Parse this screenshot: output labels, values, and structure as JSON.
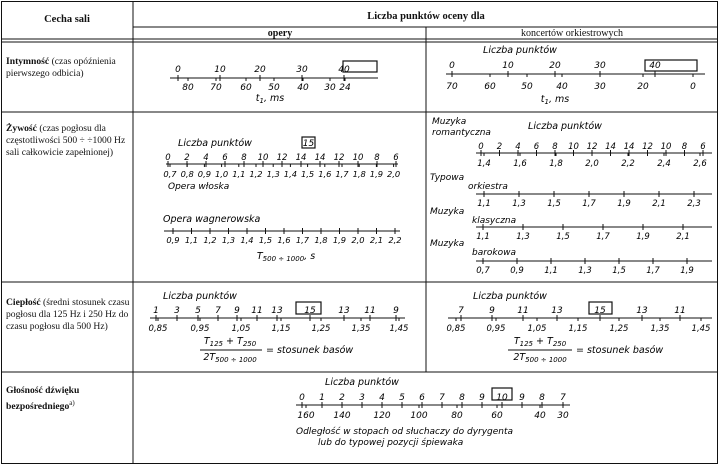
{
  "headers": {
    "col1": "Cecha sali",
    "group": "Liczba punktów oceny dla",
    "opera": "opery",
    "concert": "koncertów orkiestrowych"
  },
  "rows": [
    {
      "name": "Intymność",
      "rest": " (czas opóźnienia pierwszego odbicia)"
    },
    {
      "name": "Żywość",
      "rest": " (czas pogłosu dla częstotliwości 500 ÷ ÷1000 Hz sali całkowicie zapełnionej)"
    },
    {
      "name": "Ciepłość",
      "rest": " (średni stosunek czasu pogłosu dla 125 Hz i 250 Hz do czasu pogłosu dla 500 Hz)"
    },
    {
      "name": "Głośność dźwięku bezpośredniego",
      "rest": "",
      "sup": "a)"
    }
  ],
  "labels": {
    "points": "Liczba punktów",
    "t1": "t",
    "t1_sub": "1",
    "t1_unit": ", ms",
    "opera_wloska": "Opera włoska",
    "opera_wagner": "Opera wagnerowska",
    "t500": "T",
    "t500_sub": "500 ÷ 1000",
    "t500_unit": ", s",
    "muz_rom": "Muzyka romantyczna",
    "typ_ork": "Typowa orkiestra",
    "muz_klas": "Muzyka klasyczna",
    "muz_bar": "Muzyka barokowa",
    "frac_num": "T",
    "frac_num_sub1": "125",
    "frac_num_plus": " + T",
    "frac_num_sub2": "250",
    "frac_den": "2T",
    "frac_den_sub": "500 ÷ 1000",
    "frac_rhs": "= stosunek basów",
    "dist_line1": "Odległość w stopach od słuchaczy do dyrygenta",
    "dist_line2": "lub do typowej pozycji śpiewaka"
  },
  "scales": {
    "intymnosc_opera": {
      "top": [
        "0",
        "10",
        "20",
        "30",
        "40"
      ],
      "bottom": [
        "80",
        "70",
        "60",
        "50",
        "40",
        "30",
        "24"
      ],
      "boxed": "40"
    },
    "intymnosc_koncert": {
      "top": [
        "0",
        "10",
        "20",
        "30",
        "40"
      ],
      "bottom": [
        "70",
        "60",
        "50",
        "40",
        "30",
        "20",
        "0"
      ],
      "boxed": "40"
    },
    "zywosc_opera_top": [
      "0",
      "2",
      "4",
      "6",
      "8",
      "10",
      "12",
      "14",
      "14",
      "12",
      "10",
      "8",
      "6"
    ],
    "zywosc_opera_boxed": "15",
    "zywosc_opera_wloska": [
      "0,7",
      "0,8",
      "0,9",
      "1,0",
      "1,1",
      "1,2",
      "1,3",
      "1,4",
      "1,5",
      "1,6",
      "1,7",
      "1,8",
      "1,9",
      "2,0"
    ],
    "zywosc_opera_wagner": [
      "0,9",
      "1,1",
      "1,2",
      "1,3",
      "1,4",
      "1,5",
      "1,6",
      "1,7",
      "1,8",
      "1,9",
      "2,0",
      "2,1",
      "2,2"
    ],
    "zywosc_koncert_top": [
      "0",
      "2",
      "4",
      "6",
      "8",
      "10",
      "12",
      "14",
      "14",
      "12",
      "10",
      "8",
      "6"
    ],
    "zywosc_koncert_rom": [
      "1,4",
      "1,6",
      "1,8",
      "2,0",
      "2,2",
      "2,4",
      "2,6"
    ],
    "zywosc_koncert_typ": [
      "1,1",
      "1,3",
      "1,5",
      "1,7",
      "1,9",
      "2,1",
      "2,3"
    ],
    "zywosc_koncert_klas": [
      "1,1",
      "1,3",
      "1,5",
      "1,7",
      "1,9",
      "2,1"
    ],
    "zywosc_koncert_bar": [
      "0,7",
      "0,9",
      "1,1",
      "1,3",
      "1,5",
      "1,7",
      "1,9"
    ],
    "cieplosc_opera_top": [
      "1",
      "3",
      "5",
      "7",
      "9",
      "11",
      "13",
      "15",
      "13",
      "11",
      "9"
    ],
    "cieplosc_opera_boxed": "15",
    "cieplosc_opera_bottom": [
      "0,85",
      "0,95",
      "1,05",
      "1,15",
      "1,25",
      "1,35",
      "1,45"
    ],
    "cieplosc_koncert_top": [
      "7",
      "9",
      "11",
      "13",
      "15",
      "13",
      "11"
    ],
    "cieplosc_koncert_boxed": "15",
    "cieplosc_koncert_bottom": [
      "0,85",
      "0,95",
      "1,05",
      "1,15",
      "1,25",
      "1,35",
      "1,45"
    ],
    "glosnosc_top": [
      "0",
      "1",
      "2",
      "3",
      "4",
      "5",
      "6",
      "7",
      "8",
      "9",
      "10",
      "9",
      "8",
      "7"
    ],
    "glosnosc_boxed": "10",
    "glosnosc_bottom": [
      "160",
      "140",
      "120",
      "100",
      "80",
      "60",
      "40",
      "30"
    ]
  }
}
